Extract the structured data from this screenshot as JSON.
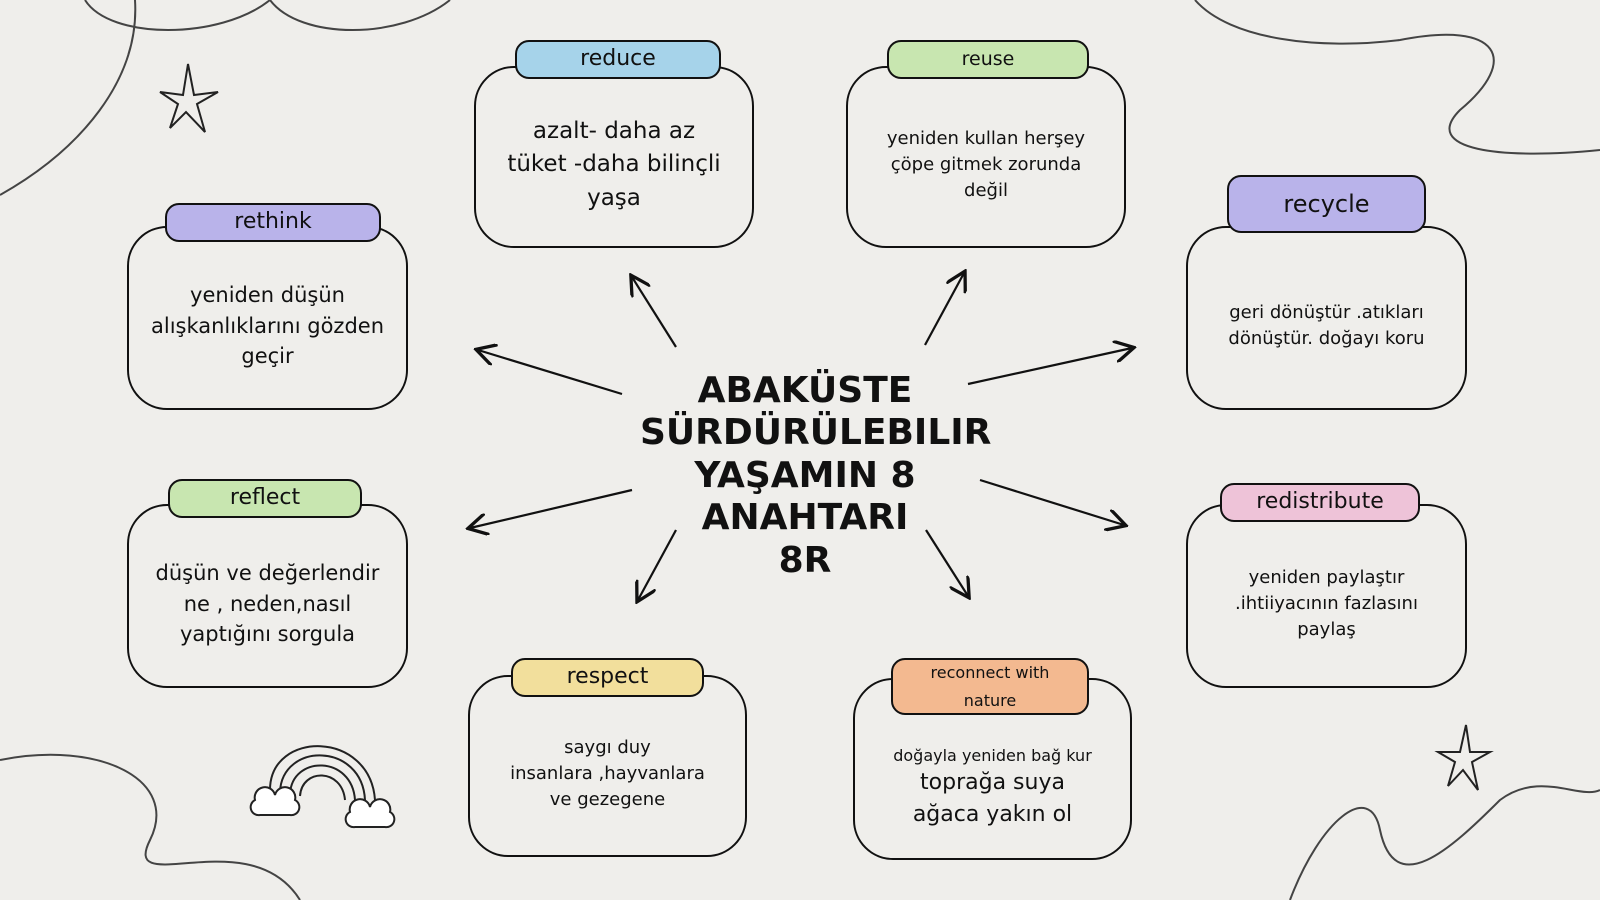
{
  "title": "ABAKÜSTE\nSÜRDÜRÜLEBILIR\nYAŞAMIN 8\nANAHTARI\n8R",
  "colors": {
    "blue": "#a6d3ea",
    "green": "#c8e6b0",
    "purple": "#b9b3ea",
    "pink": "#eec3d8",
    "yellow": "#f2df9c",
    "orange": "#f3b990"
  },
  "cards": {
    "reduce": {
      "label": "reduce",
      "text": "azalt- daha az\ntüket -daha bilinçli\nyaşa"
    },
    "reuse": {
      "label": "reuse",
      "text": "yeniden kullan herşey\nçöpe gitmek zorunda\ndeğil"
    },
    "recycle": {
      "label": "recycle",
      "text": "geri dönüştür .atıkları\ndönüştür. doğayı koru"
    },
    "rethink": {
      "label": "rethink",
      "text": "yeniden düşün\nalışkanlıklarını gözden\ngeçir"
    },
    "reflect": {
      "label": "reflect",
      "text": "düşün ve değerlendir\nne , neden,nasıl\nyaptığını sorgula"
    },
    "redistribute": {
      "label": "redistribute",
      "text": "yeniden paylaştır\n.ihtiiyacının fazlasını\npaylaş"
    },
    "respect": {
      "label": "respect",
      "text": "saygı duy\ninsanlara ,hayvanlara\nve gezegene"
    },
    "reconnect": {
      "label": "reconnect with\nnature",
      "text1": "doğayla yeniden bağ kur",
      "text2": "toprağa suya\nağaca yakın ol"
    }
  }
}
